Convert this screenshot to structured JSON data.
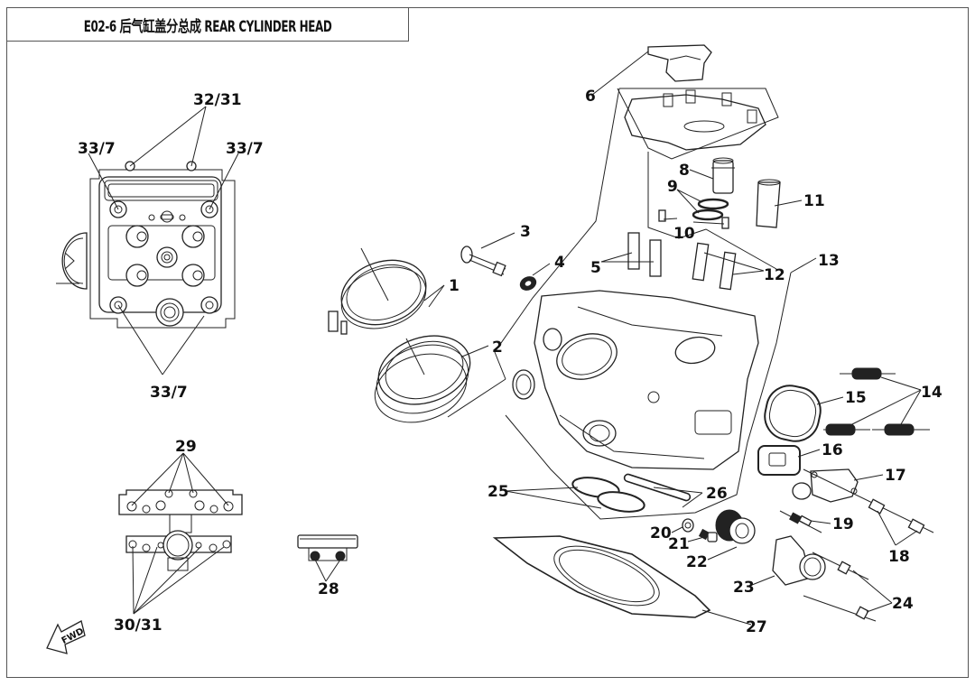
{
  "header": {
    "code": "E02-6",
    "title_cn": "后气缸盖分总成",
    "title_en": "REAR CYLINDER HEAD",
    "full_title": "E02-6   后气缸盖分总成  REAR CYLINDER HEAD"
  },
  "fwd_marker": "FWD",
  "callouts": [
    {
      "id": "c1",
      "label": "1"
    },
    {
      "id": "c2",
      "label": "2"
    },
    {
      "id": "c3",
      "label": "3"
    },
    {
      "id": "c4",
      "label": "4"
    },
    {
      "id": "c5",
      "label": "5"
    },
    {
      "id": "c6",
      "label": "6"
    },
    {
      "id": "c8",
      "label": "8"
    },
    {
      "id": "c9",
      "label": "9"
    },
    {
      "id": "c10",
      "label": "10"
    },
    {
      "id": "c11",
      "label": "11"
    },
    {
      "id": "c12",
      "label": "12"
    },
    {
      "id": "c13",
      "label": "13"
    },
    {
      "id": "c14",
      "label": "14"
    },
    {
      "id": "c15",
      "label": "15"
    },
    {
      "id": "c16",
      "label": "16"
    },
    {
      "id": "c17",
      "label": "17"
    },
    {
      "id": "c18",
      "label": "18"
    },
    {
      "id": "c19",
      "label": "19"
    },
    {
      "id": "c20",
      "label": "20"
    },
    {
      "id": "c21",
      "label": "21"
    },
    {
      "id": "c22",
      "label": "22"
    },
    {
      "id": "c23",
      "label": "23"
    },
    {
      "id": "c24",
      "label": "24"
    },
    {
      "id": "c25",
      "label": "25"
    },
    {
      "id": "c26",
      "label": "26"
    },
    {
      "id": "c27",
      "label": "27"
    },
    {
      "id": "c28",
      "label": "28"
    },
    {
      "id": "c29",
      "label": "29"
    },
    {
      "id": "c30_31",
      "label": "30/31"
    },
    {
      "id": "c32_31",
      "label": "32/31"
    },
    {
      "id": "c33_7a",
      "label": "33/7"
    },
    {
      "id": "c33_7b",
      "label": "33/7"
    },
    {
      "id": "c33_7c",
      "label": "33/7"
    }
  ]
}
